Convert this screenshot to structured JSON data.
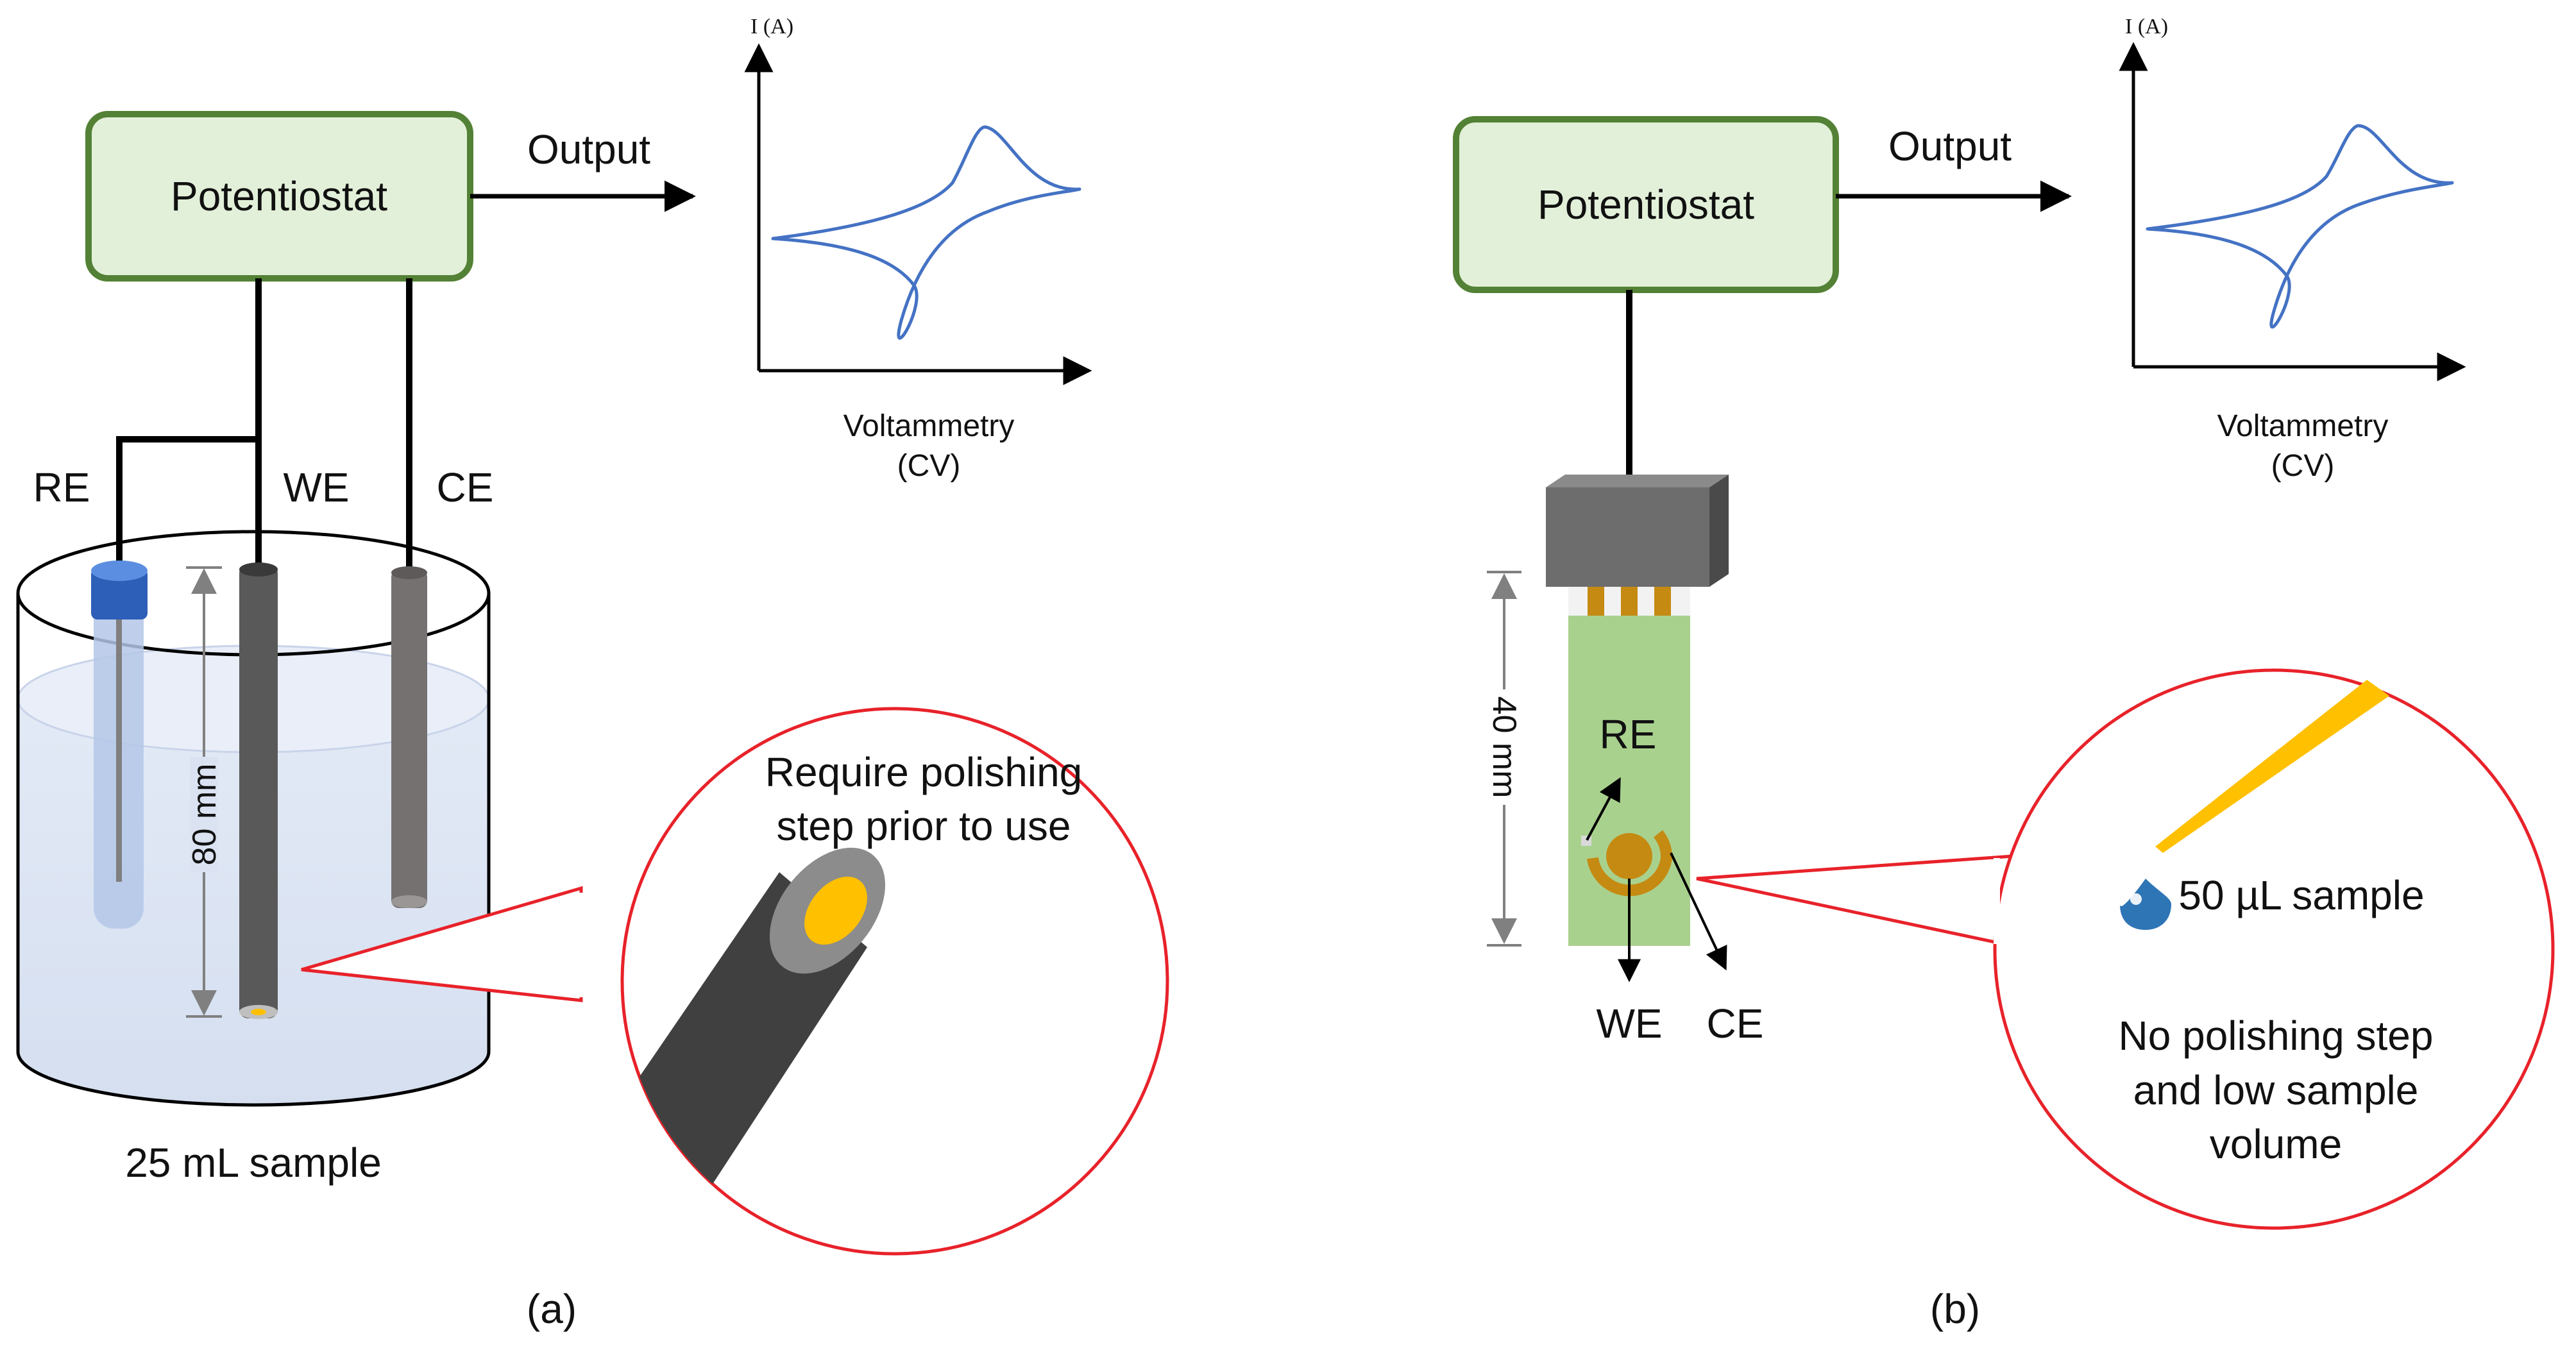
{
  "panel_a": {
    "potentiostat_label": "Potentiostat",
    "output_label": "Output",
    "electrode_labels": {
      "re": "RE",
      "we": "WE",
      "ce": "CE"
    },
    "dimension_label": "80 mm",
    "sample_label": "25 mL sample",
    "callout_text": [
      "Require polishing",
      "step prior to use"
    ],
    "graph": {
      "y_axis_label": "I (A)",
      "x_label_line1": "Voltammetry",
      "x_label_line2": "(CV)"
    },
    "caption": "(a)"
  },
  "panel_b": {
    "potentiostat_label": "Potentiostat",
    "output_label": "Output",
    "electrode_labels": {
      "re": "RE",
      "we": "WE",
      "ce": "CE"
    },
    "dimension_label": "40 mm",
    "callout_text": [
      "50 µL sample",
      "No polishing step",
      "and low sample",
      "volume"
    ],
    "graph": {
      "y_axis_label": "I (A)",
      "x_label_line1": "Voltammetry",
      "x_label_line2": "(CV)"
    },
    "caption": "(b)"
  },
  "colors": {
    "potentiostat_fill": "#e2f0d9",
    "potentiostat_border": "#538135",
    "cv_curve": "#4472c4",
    "callout_outline": "#e8222a",
    "electrode_gold": "#ffc000",
    "strip_green": "#a9d18e",
    "water_blue": "#dae3f3",
    "connector_grey": "#6d6d6d"
  }
}
